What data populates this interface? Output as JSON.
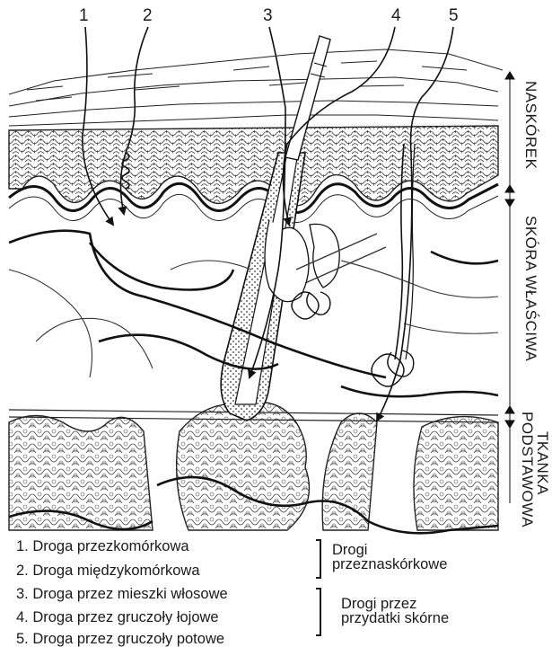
{
  "route_numbers": [
    "1",
    "2",
    "3",
    "4",
    "5"
  ],
  "layers": {
    "epidermis": "NASKÓREK",
    "dermis": "SKÓRA WŁAŚCIWA",
    "hypodermis_line1": "TKANKA",
    "hypodermis_line2": "PODSTAWOWA"
  },
  "legend": [
    "1. Droga przezkomórkowa",
    "2. Droga międzykomórkowa",
    "3. Droga przez mieszki włosowe",
    "4. Droga przez gruczoły łojowe",
    "5. Droga przez gruczoły potowe"
  ],
  "groups": {
    "transepidermal_line1": "Drogi",
    "transepidermal_line2": "przeznaskórkowe",
    "appendageal_line1": "Drogi przez",
    "appendageal_line2": "przydatki skórne"
  }
}
